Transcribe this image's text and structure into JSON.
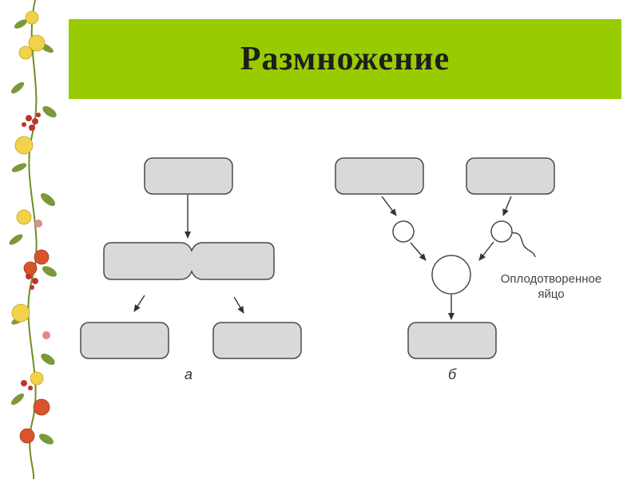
{
  "title": "Размножение",
  "colors": {
    "title_bar": "#99cc00",
    "box_fill": "#d9d9d9",
    "box_stroke": "#4a4a4a",
    "arrow": "#333333"
  },
  "decoration": {
    "border": "floral-vine-left"
  },
  "diagram_a": {
    "label": "а"
  },
  "diagram_b": {
    "label": "б",
    "caption_line1": "Оплодотворенное",
    "caption_line2": "яйцо"
  }
}
